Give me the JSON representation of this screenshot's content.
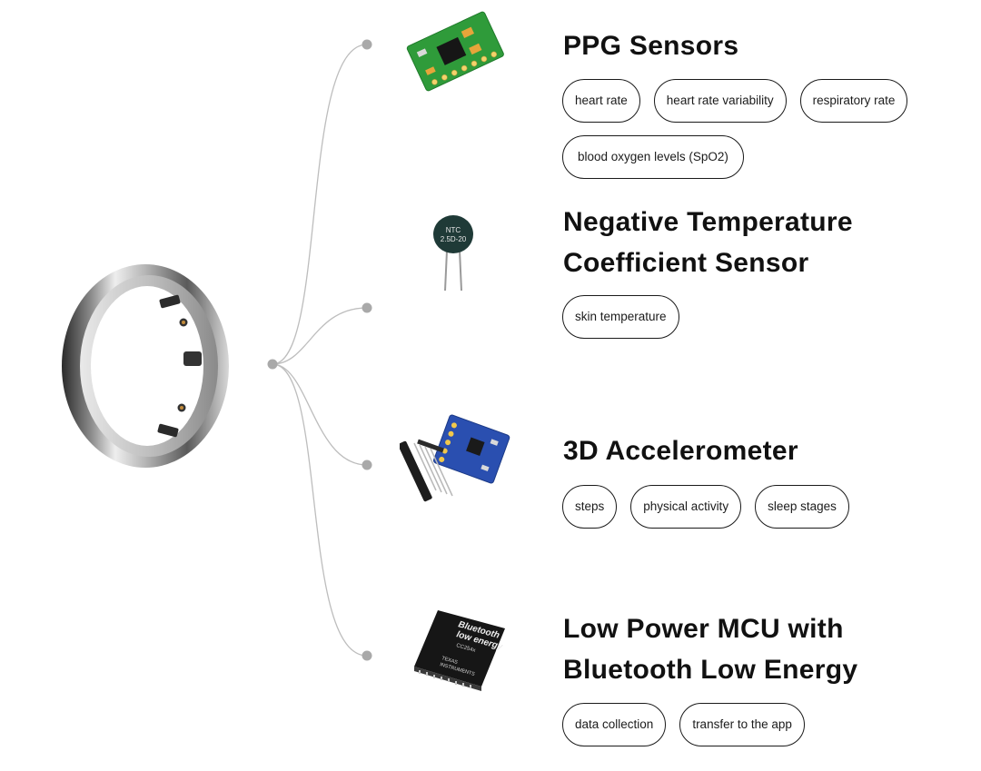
{
  "sensors": [
    {
      "title_lines": [
        "PPG Sensors"
      ],
      "chips": [
        "heart rate",
        "heart rate variability",
        "respiratory rate",
        "blood oxygen levels (SpO2)"
      ]
    },
    {
      "title_lines": [
        "Negative Temperature",
        "Coefficient Sensor"
      ],
      "chips": [
        "skin temperature"
      ]
    },
    {
      "title_lines": [
        "3D Accelerometer"
      ],
      "chips": [
        "steps",
        "physical activity",
        "sleep stages"
      ]
    },
    {
      "title_lines": [
        "Low Power MCU with",
        "Bluetooth Low Energy"
      ],
      "chips": [
        "data collection",
        "transfer to the app"
      ]
    }
  ],
  "ntc_label": {
    "line1": "NTC",
    "line2": "2.5D-20"
  },
  "chip_label": {
    "line1": "Bluetooth",
    "line2": "low energy",
    "line3": "CC254x",
    "brand1": "TEXAS",
    "brand2": "INSTRUMENTS"
  },
  "colors": {
    "connector": "#b8b8b8",
    "node": "#a9a9a9",
    "pcb_green": "#2f9b3a",
    "pcb_blue": "#2a4fb0",
    "chip_black": "#161616",
    "ntc_body": "#1f3a37"
  }
}
